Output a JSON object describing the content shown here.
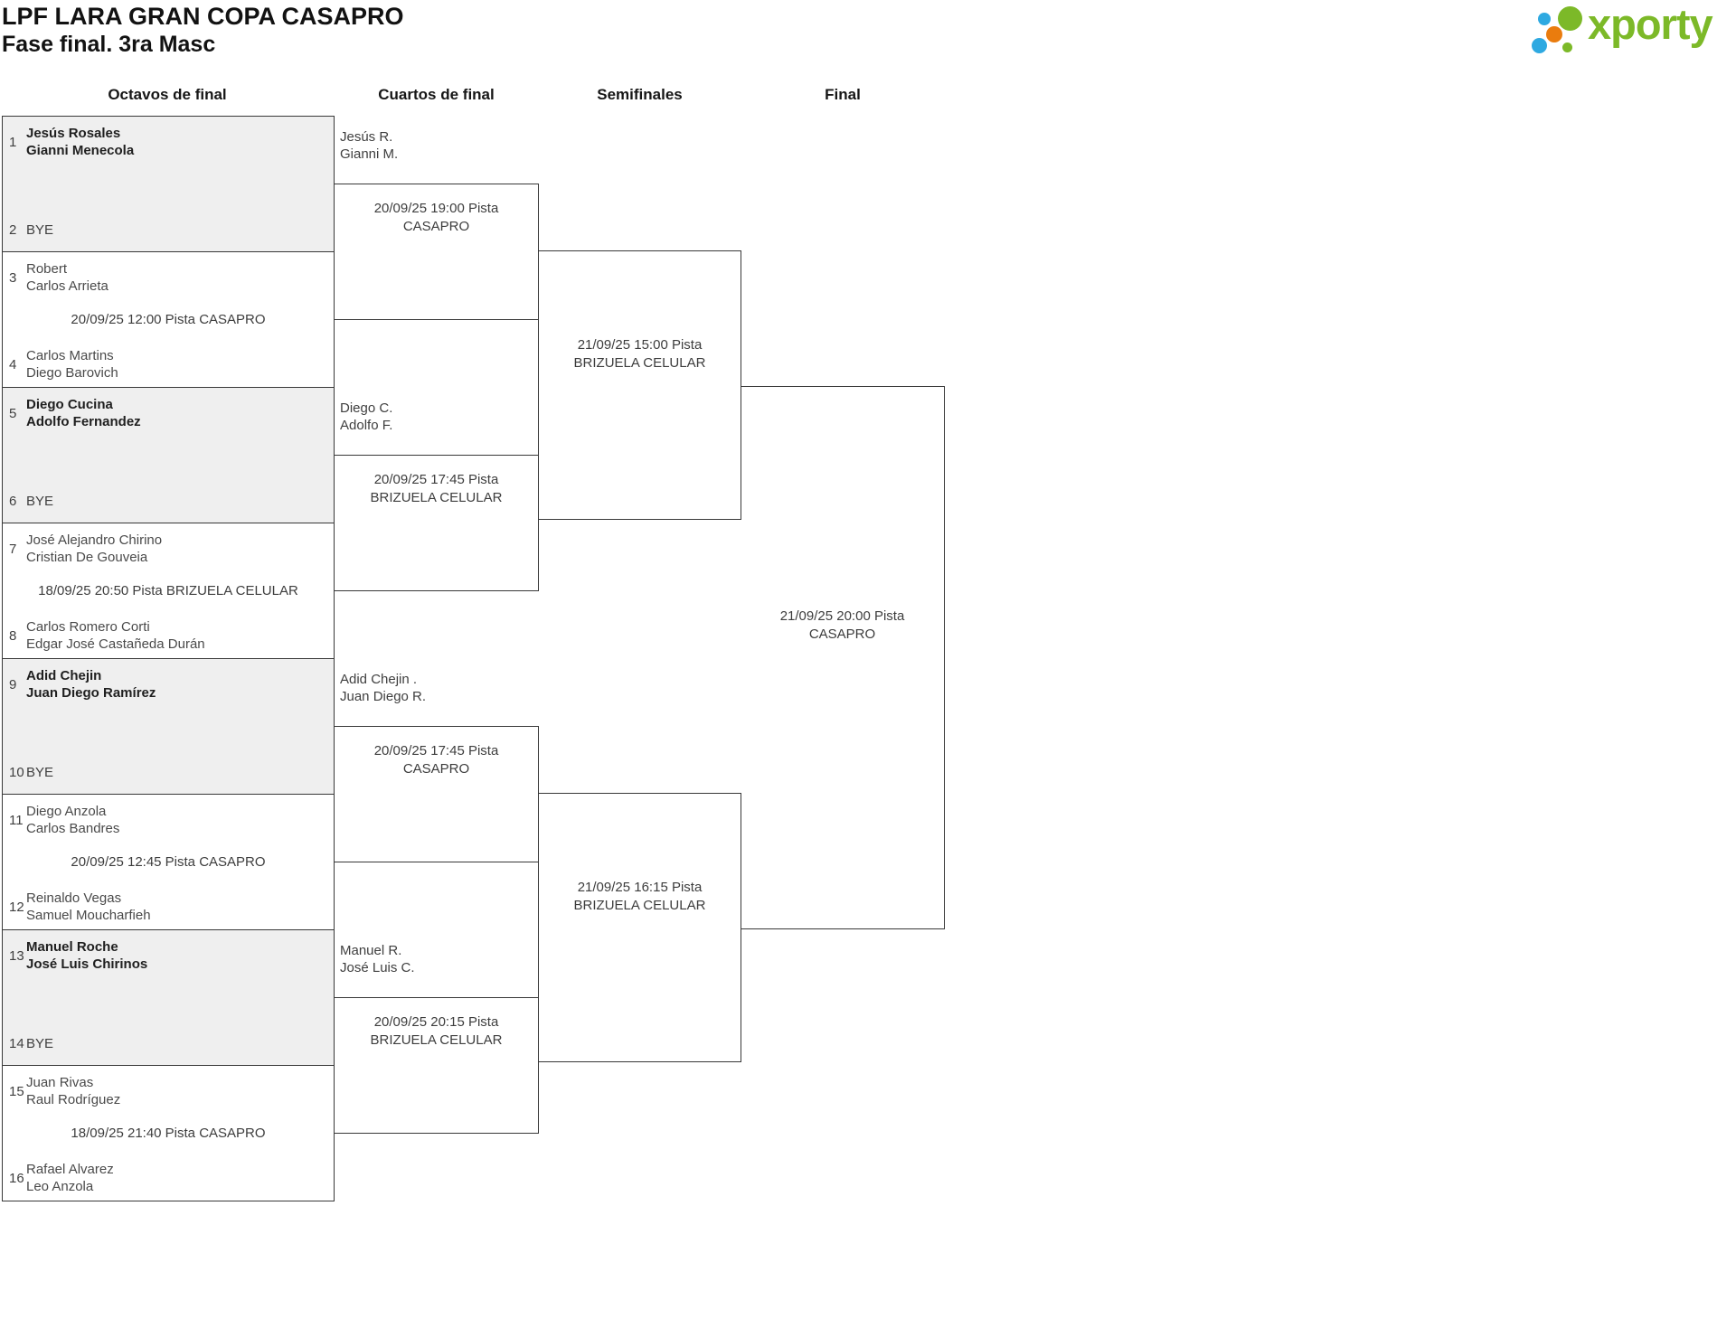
{
  "header": {
    "title": "LPF LARA GRAN COPA CASAPRO",
    "subtitle": "Fase final. 3ra Masc"
  },
  "logo": {
    "brand": "xporty",
    "colors": {
      "green": "#7cb928",
      "blue": "#2ea9e1",
      "orange": "#ea7c0e"
    }
  },
  "columns": [
    "Octavos de final",
    "Cuartos de final",
    "Semifinales",
    "Final"
  ],
  "styles": {
    "bye_background": "#efefef",
    "line": "#383838",
    "text": "#3f3f3f",
    "winner_text": "#1f1f1f"
  },
  "rounds": {
    "octavos": [
      {
        "seed_top": "1",
        "top1": "Jesús Rosales",
        "top2": "Gianni Menecola",
        "seed_bottom": "2",
        "bottom1": "BYE",
        "bye": true
      },
      {
        "seed_top": "3",
        "top1": "Robert",
        "top2": "Carlos Arrieta",
        "info": "20/09/25 12:00 Pista CASAPRO",
        "seed_bottom": "4",
        "bottom1": "Carlos Martins",
        "bottom2": "Diego Barovich",
        "bye": false
      },
      {
        "seed_top": "5",
        "top1": "Diego Cucina",
        "top2": "Adolfo Fernandez",
        "seed_bottom": "6",
        "bottom1": "BYE",
        "bye": true
      },
      {
        "seed_top": "7",
        "top1": "José Alejandro Chirino",
        "top2": "Cristian De Gouveia",
        "info": "18/09/25 20:50 Pista BRIZUELA CELULAR",
        "seed_bottom": "8",
        "bottom1": "Carlos Romero Corti",
        "bottom2": "Edgar José Castañeda Durán",
        "bye": false
      },
      {
        "seed_top": "9",
        "top1": "Adid Chejin",
        "top2": "Juan Diego Ramírez",
        "seed_bottom": "10",
        "bottom1": "BYE",
        "bye": true
      },
      {
        "seed_top": "11",
        "top1": "Diego Anzola",
        "top2": "Carlos Bandres",
        "info": "20/09/25 12:45 Pista CASAPRO",
        "seed_bottom": "12",
        "bottom1": "Reinaldo Vegas",
        "bottom2": "Samuel Moucharfieh",
        "bye": false
      },
      {
        "seed_top": "13",
        "top1": "Manuel Roche",
        "top2": "José Luis Chirinos",
        "seed_bottom": "14",
        "bottom1": "BYE",
        "bye": true
      },
      {
        "seed_top": "15",
        "top1": "Juan Rivas",
        "top2": "Raul Rodríguez",
        "info": "18/09/25 21:40 Pista CASAPRO",
        "seed_bottom": "16",
        "bottom1": "Rafael Alvarez",
        "bottom2": "Leo Anzola",
        "bye": false
      }
    ],
    "cuartos": [
      {
        "winner1": "Jesús R.",
        "winner2": "Gianni M.",
        "info": "20/09/25 19:00 Pista CASAPRO"
      },
      {
        "winner1": "Diego C.",
        "winner2": "Adolfo F.",
        "info": "20/09/25 17:45 Pista BRIZUELA CELULAR"
      },
      {
        "winner1": "Adid Chejin .",
        "winner2": "Juan Diego R.",
        "info": "20/09/25 17:45 Pista CASAPRO"
      },
      {
        "winner1": "Manuel R.",
        "winner2": "José Luis C.",
        "info": "20/09/25 20:15 Pista BRIZUELA CELULAR"
      }
    ],
    "semifinales": [
      {
        "info": "21/09/25 15:00 Pista BRIZUELA CELULAR"
      },
      {
        "info": "21/09/25 16:15 Pista BRIZUELA CELULAR"
      }
    ],
    "final": {
      "info": "21/09/25 20:00 Pista CASAPRO"
    }
  }
}
